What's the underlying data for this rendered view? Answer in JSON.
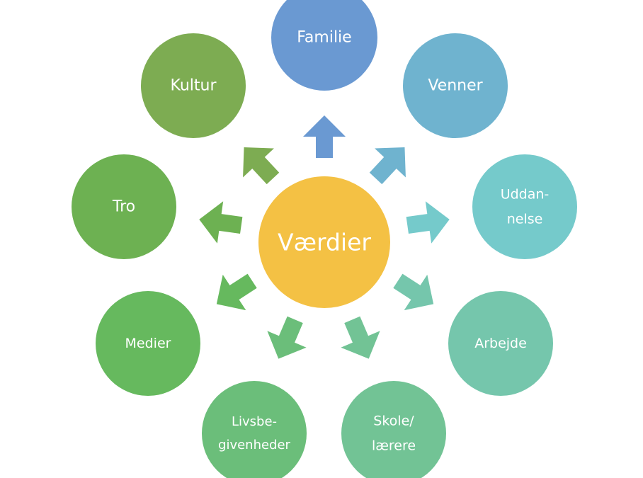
{
  "diagram": {
    "center": {
      "label": "Værdier",
      "color": "#F4C144"
    },
    "nodes": [
      {
        "id": "familie",
        "lines": [
          "Familie"
        ],
        "color": "#6A99D2"
      },
      {
        "id": "venner",
        "lines": [
          "Venner"
        ],
        "color": "#6FB3CF"
      },
      {
        "id": "uddannelse",
        "lines": [
          "Uddan-",
          "nelse"
        ],
        "color": "#75CACB"
      },
      {
        "id": "arbejde",
        "lines": [
          "Arbejde"
        ],
        "color": "#75C6AC"
      },
      {
        "id": "skole-laerere",
        "lines": [
          "Skole/",
          "lærere"
        ],
        "color": "#72C395"
      },
      {
        "id": "livsbegivenheder",
        "lines": [
          "Livsbe-",
          "givenheder"
        ],
        "color": "#6BBE7A"
      },
      {
        "id": "medier",
        "lines": [
          "Medier"
        ],
        "color": "#66B95E"
      },
      {
        "id": "tro",
        "lines": [
          "Tro"
        ],
        "color": "#6DB152"
      },
      {
        "id": "kultur",
        "lines": [
          "Kultur"
        ],
        "color": "#7DAC52"
      }
    ]
  }
}
